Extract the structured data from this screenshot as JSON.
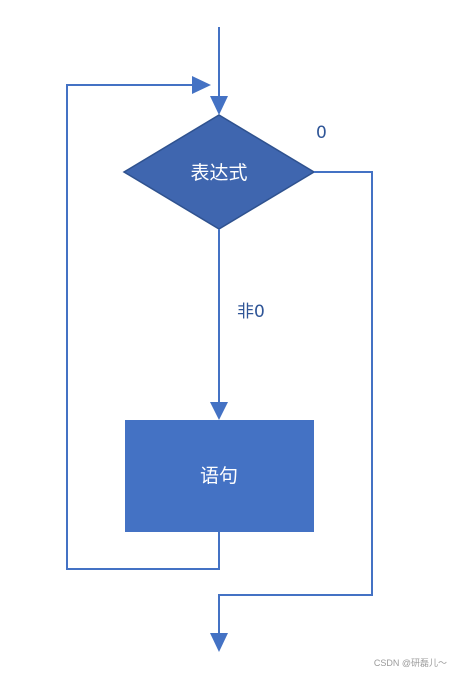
{
  "nodes": {
    "condition": {
      "label": "表达式",
      "shape": "diamond",
      "fill": "#3F66AF",
      "stroke": "#2F528F"
    },
    "statement": {
      "label": "语句",
      "shape": "rectangle",
      "fill": "#4472C4"
    }
  },
  "edges": {
    "false_label": "0",
    "true_label": "非0",
    "color": "#4472C4"
  },
  "watermark": "CSDN @研磊儿～"
}
